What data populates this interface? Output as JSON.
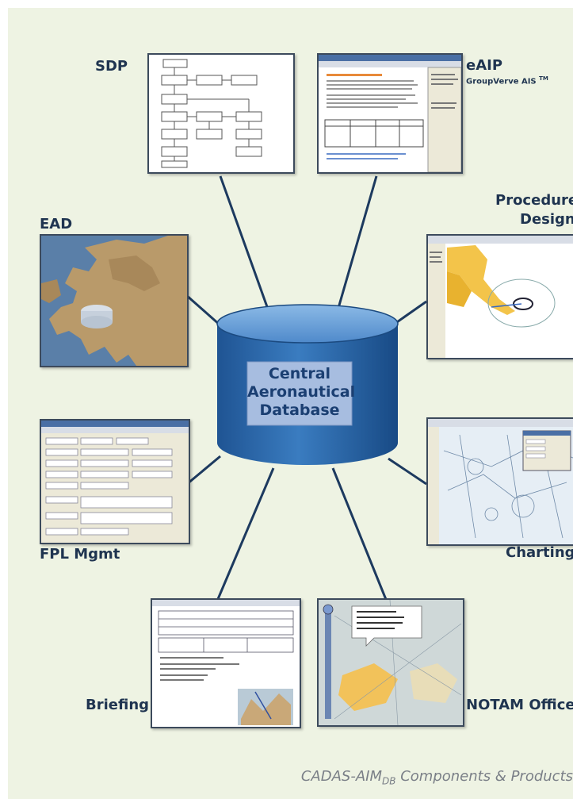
{
  "center": {
    "line1": "Central",
    "line2": "Aeronautical",
    "line3": "Database"
  },
  "nodes": {
    "sdp": "SDP",
    "eaip": "eAIP",
    "eaip_sub": "GroupVerve AIS",
    "eaip_tm": "TM",
    "procedure_line1": "Procedure",
    "procedure_line2": "Design",
    "ead": "EAD",
    "fpl": "FPL Mgmt",
    "charting": "Charting",
    "briefing": "Briefing",
    "notam": "NOTAM Office"
  },
  "caption": {
    "main": "CADAS-AIM",
    "sub": "DB",
    "rest": " Components & Products"
  },
  "colors": {
    "background": "#eef3e3",
    "cylinder": "#2e6cab",
    "cylinder_top": "#5f9ad6",
    "connector": "#1d3a5f",
    "label": "#1f3450"
  }
}
